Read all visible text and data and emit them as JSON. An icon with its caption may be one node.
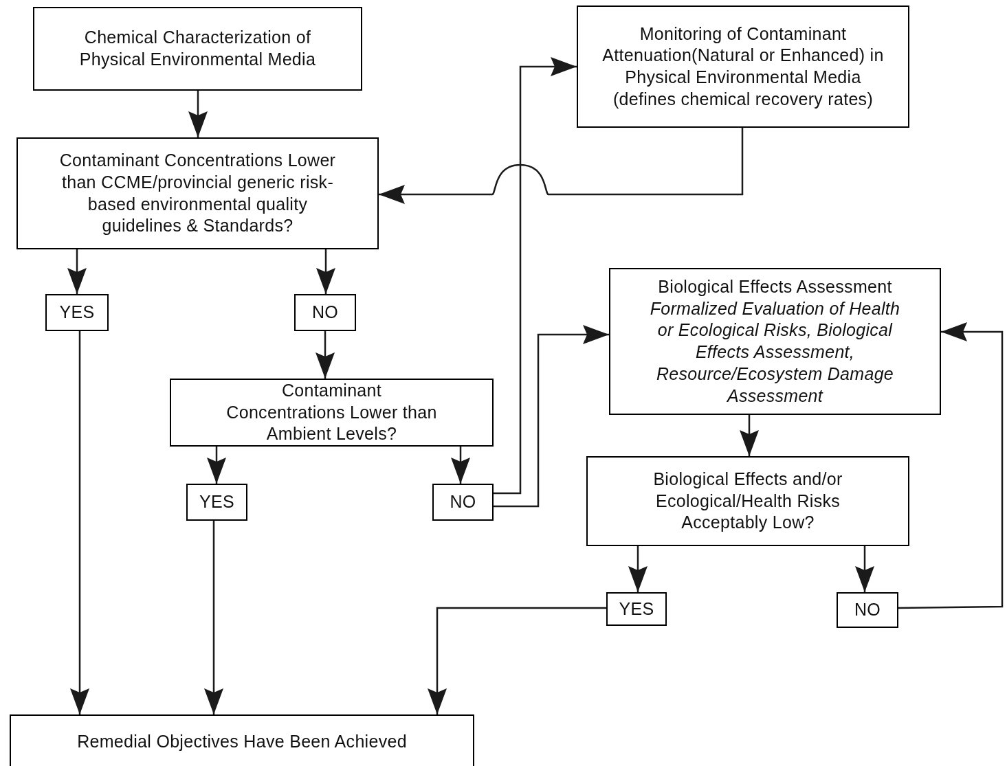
{
  "diagram": {
    "nodes": [
      {
        "text": [
          "Chemical Characterization of Physical Environmental Media"
        ]
      },
      {
        "text": [
          "Monitoring of Contaminant Attenuation(Natural or Enhanced) in Physical Environmental Media (defines chemical recovery rates)"
        ]
      },
      {
        "text": [
          "Contaminant Concentrations Lower than CCME/provincial generic risk-based environmental quality guidelines & Standards?"
        ]
      },
      {
        "text": [
          "YES"
        ]
      },
      {
        "text": [
          "NO"
        ]
      },
      {
        "text": [
          "Biological Effects Assessment",
          "Formalized Evaluation of Health or Ecological Risks, Biological Effects Assessment, Resource/Ecosystem Damage Assessment"
        ]
      },
      {
        "text": [
          "Contaminant Concentrations Lower than Ambient Levels?"
        ]
      },
      {
        "text": [
          "YES"
        ]
      },
      {
        "text": [
          "NO"
        ]
      },
      {
        "text": [
          "Biological Effects and/or Ecological/Health Risks Acceptably Low?"
        ]
      },
      {
        "text": [
          "YES"
        ]
      },
      {
        "text": [
          "NO"
        ]
      },
      {
        "text": [
          "Remedial Objectives Have Been Achieved"
        ]
      }
    ],
    "edges": [
      {
        "from": 0,
        "to": 2,
        "arrow": "to"
      },
      {
        "from": 1,
        "to": 2,
        "arrow": "to"
      },
      {
        "from": 2,
        "to": 3,
        "arrow": "to"
      },
      {
        "from": 2,
        "to": 4,
        "arrow": "to"
      },
      {
        "from": 4,
        "to": 6,
        "arrow": "to"
      },
      {
        "from": 6,
        "to": 7,
        "arrow": "to"
      },
      {
        "from": 6,
        "to": 8,
        "arrow": "to"
      },
      {
        "from": 8,
        "to": 1,
        "arrow": "to"
      },
      {
        "from": 8,
        "to": 5,
        "arrow": "to"
      },
      {
        "from": 5,
        "to": 9,
        "arrow": "to"
      },
      {
        "from": 9,
        "to": 10,
        "arrow": "to"
      },
      {
        "from": 9,
        "to": 11,
        "arrow": "to"
      },
      {
        "from": 3,
        "to": 12,
        "arrow": "to"
      },
      {
        "from": 7,
        "to": 12,
        "arrow": "to"
      },
      {
        "from": 10,
        "to": 12,
        "arrow": "to"
      },
      {
        "from": 11,
        "to": 5,
        "arrow": "to"
      }
    ]
  }
}
